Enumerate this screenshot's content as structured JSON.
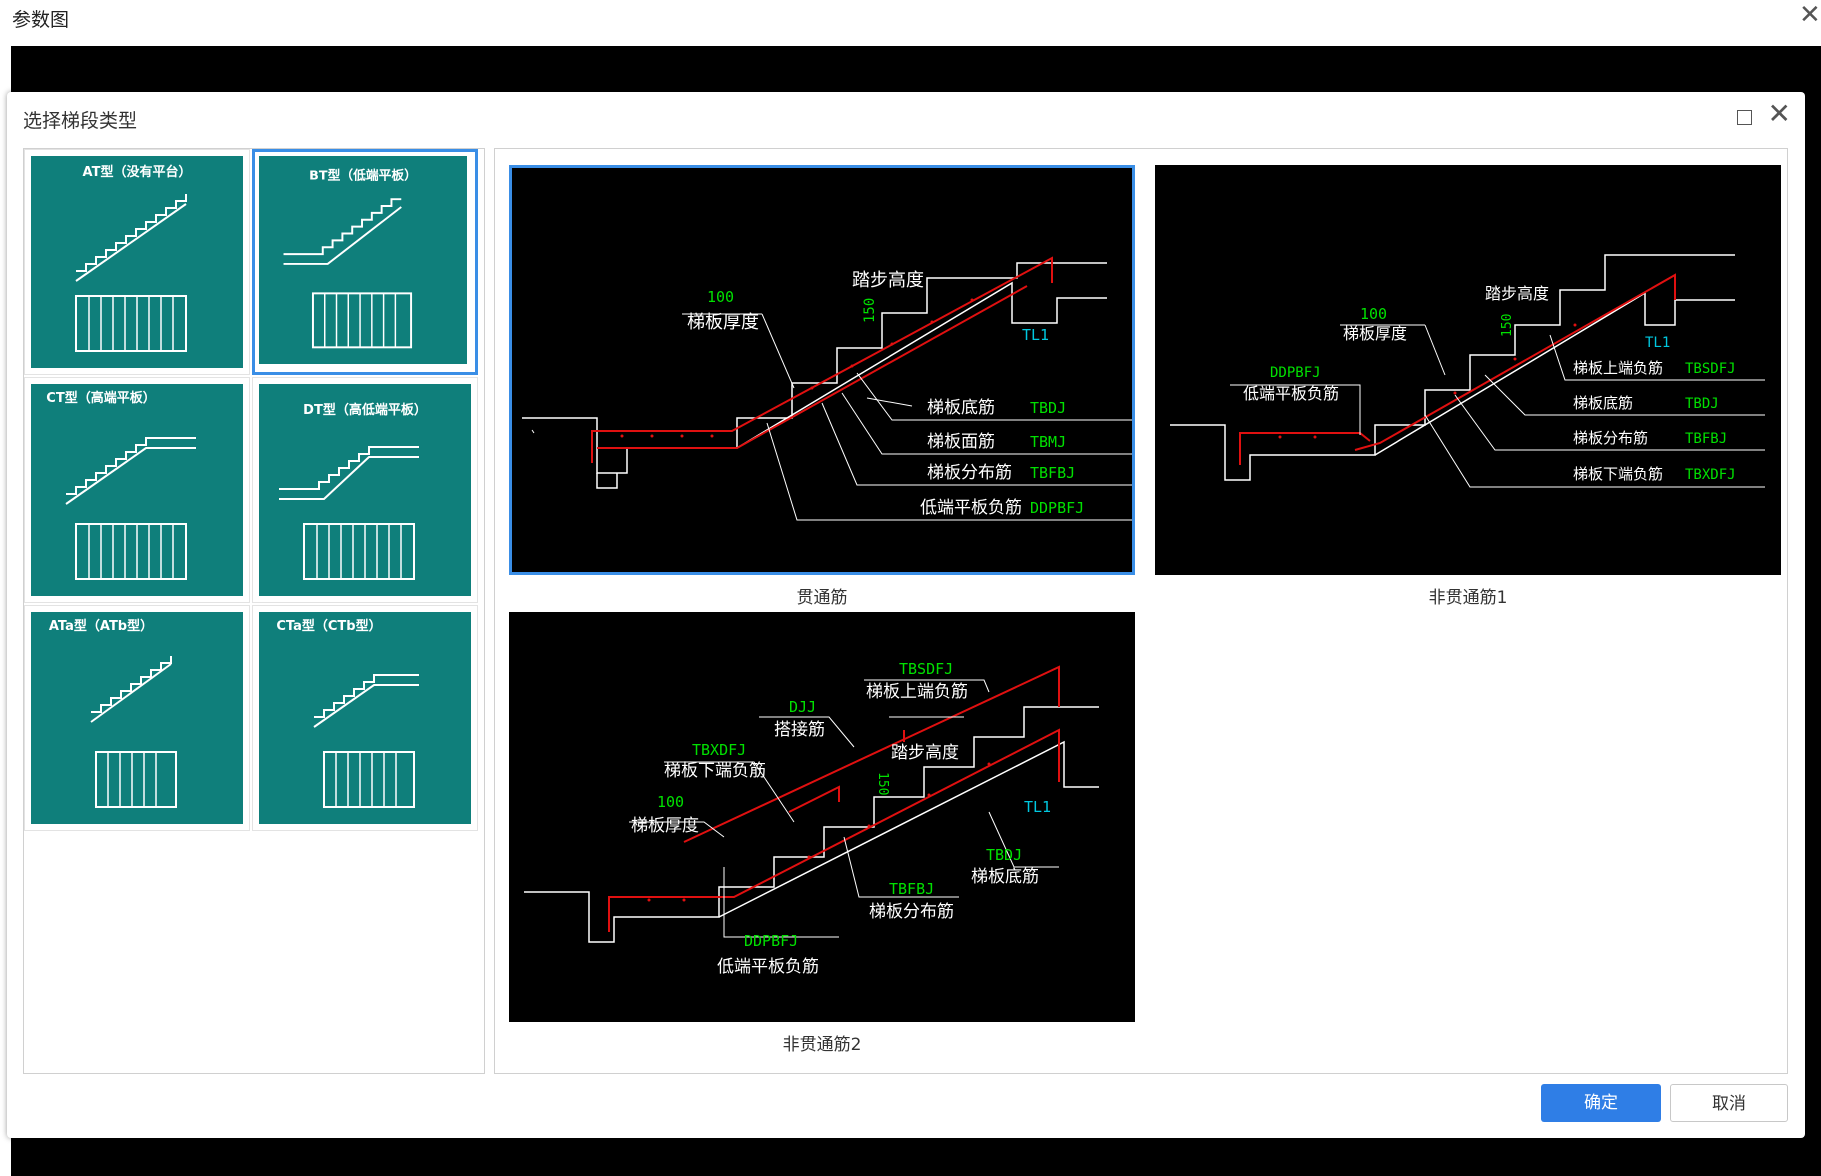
{
  "window": {
    "title": "参数图"
  },
  "dialog": {
    "title": "选择梯段类型",
    "confirm_label": "确定",
    "cancel_label": "取消"
  },
  "stair_types": [
    {
      "label": "AT型（没有平台）",
      "selected": false
    },
    {
      "label": "BT型（低端平板）",
      "selected": true
    },
    {
      "label": "CT型（高端平板）",
      "selected": false
    },
    {
      "label": "DT型（高低端平板）",
      "selected": false
    },
    {
      "label": "ATa型（ATb型）",
      "selected": false
    },
    {
      "label": "CTa型（CTb型）",
      "selected": false
    }
  ],
  "reinforcement_options": [
    {
      "caption": "贯通筋",
      "selected": true,
      "labels": {
        "tread_height": "踏步高度",
        "thickness_value": "100",
        "thickness": "梯板厚度",
        "height_value": "150",
        "beam": "TL1",
        "bottom_bar": "梯板底筋",
        "bottom_code": "TBDJ",
        "top_bar": "梯板面筋",
        "top_code": "TBMJ",
        "dist_bar": "梯板分布筋",
        "dist_code": "TBFBJ",
        "low_neg": "低端平板负筋",
        "low_neg_code": "DDPBFJ"
      }
    },
    {
      "caption": "非贯通筋1",
      "selected": false,
      "labels": {
        "tread_height": "踏步高度",
        "thickness_value": "100",
        "thickness": "梯板厚度",
        "height_value": "150",
        "beam": "TL1",
        "low_neg_code": "DDPBFJ",
        "low_neg": "低端平板负筋",
        "upper_neg": "梯板上端负筋",
        "upper_neg_code": "TBSDFJ",
        "bottom_bar": "梯板底筋",
        "bottom_code": "TBDJ",
        "dist_bar": "梯板分布筋",
        "dist_code": "TBFBJ",
        "lower_neg": "梯板下端负筋",
        "lower_neg_code": "TBXDFJ"
      }
    },
    {
      "caption": "非贯通筋2",
      "selected": false,
      "labels": {
        "upper_neg_code": "TBSDFJ",
        "upper_neg": "梯板上端负筋",
        "lap_code": "DJJ",
        "lap": "搭接筋",
        "lower_neg_code": "TBXDFJ",
        "lower_neg": "梯板下端负筋",
        "tread_height": "踏步高度",
        "height_value": "150",
        "thickness_value": "100",
        "thickness": "梯板厚度",
        "beam": "TL1",
        "bottom_code": "TBDJ",
        "bottom_bar": "梯板底筋",
        "dist_code": "TBFBJ",
        "dist_bar": "梯板分布筋",
        "low_neg_code": "DDPBFJ",
        "low_neg": "低端平板负筋"
      }
    }
  ],
  "colors": {
    "accent": "#2f7ee6",
    "thumb_bg": "#0f7f7b",
    "cad_red": "#e01010",
    "cad_green": "#00e000",
    "cad_cyan": "#00c8e0"
  }
}
